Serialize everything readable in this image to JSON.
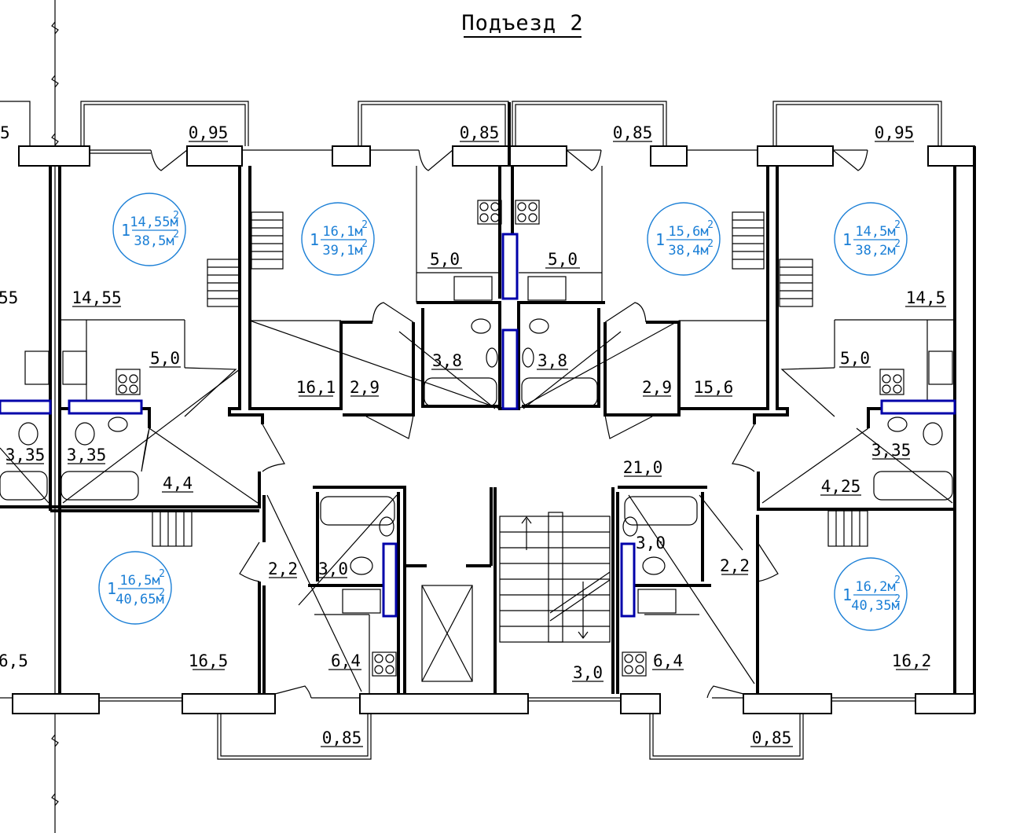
{
  "title": "Подъезд 2",
  "apartments": [
    {
      "rooms": "1",
      "living_area": "14,55м",
      "total_area": "38,5м",
      "sup": "2"
    },
    {
      "rooms": "1",
      "living_area": "16,1м",
      "total_area": "39,1м",
      "sup": "2"
    },
    {
      "rooms": "1",
      "living_area": "15,6м",
      "total_area": "38,4м",
      "sup": "2"
    },
    {
      "rooms": "1",
      "living_area": "14,5м",
      "total_area": "38,2м",
      "sup": "2"
    },
    {
      "rooms": "1",
      "living_area": "16,5м",
      "total_area": "40,65м",
      "sup": "2"
    },
    {
      "rooms": "1",
      "living_area": "16,2м",
      "total_area": "40,35м",
      "sup": "2"
    }
  ],
  "room_areas": {
    "balcony_top_1": "0,95",
    "balcony_top_2": "0,85",
    "balcony_top_3": "0,85",
    "balcony_top_4": "0,95",
    "balcony_bottom_1": "0,85",
    "balcony_bottom_2": "0,85",
    "edge_top": "5",
    "edge_mid": "55",
    "edge_bottom": "6,5",
    "living_tl": "14,55",
    "kitchen_tl": "5,0",
    "bath_edge": "3,35",
    "bath_tl": "3,35",
    "hall_tl": "4,4",
    "kitchen_t2": "5,0",
    "living_t2": "16,1",
    "hall_t2": "2,9",
    "bath_t2": "3,8",
    "kitchen_t3": "5,0",
    "bath_t3": "3,8",
    "hall_t3": "2,9",
    "living_t3": "15,6",
    "living_tr": "14,5",
    "kitchen_tr": "5,0",
    "bath_tr": "3,35",
    "hall_tr": "4,25",
    "lobby": "21,0",
    "living_bl": "16,5",
    "hall_bl": "2,2",
    "bath_bl": "3,0",
    "kitchen_bl": "6,4",
    "stairs": "3,0",
    "bath_br": "3,0",
    "hall_br": "2,2",
    "kitchen_br": "6,4",
    "living_br": "16,2"
  }
}
